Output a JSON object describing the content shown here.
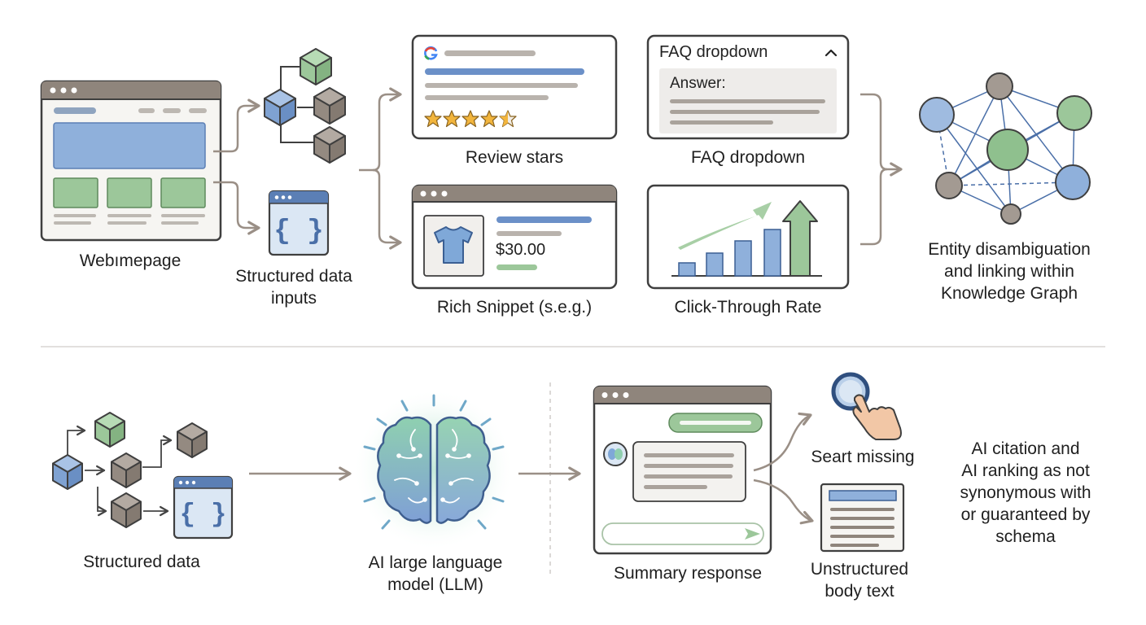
{
  "colors": {
    "ink": "#3f3f3f",
    "arrow": "#9a8f86",
    "blue": "#8fb0db",
    "blue_dark": "#5b7fb5",
    "green": "#9cc79a",
    "brown": "#8f857c",
    "star": "#f2b53d",
    "panel": "#f3f2ef"
  },
  "top": {
    "webpage_label": "Webımepage",
    "structured_inputs_label": "Structured data\ninputs",
    "review_stars_label": "Review stars",
    "faq_label": "FAQ dropdown",
    "faq_card_title": "FAQ dropdown",
    "faq_answer": "Answer:",
    "rich_snippet_label": "Rich Snippet (s.e.g.)",
    "price": "$30.00",
    "ctr_label": "Click-Through Rate",
    "knowledge_graph_label": "Entity disambiguation\nand linking within\nKnowledge Graph"
  },
  "bottom": {
    "structured_data_label": "Structured data",
    "llm_label": "AI large language\nmodel (LLM)",
    "summary_label": "Summary response",
    "search_missing_label": "Seart missing",
    "unstructured_label": "Unstructured\nbody text",
    "citation_note": "AI citation and\nAI ranking as not\nsynonymous with\nor guaranteed by\nschema"
  },
  "icons": {
    "google": "google-g-icon",
    "collapse": "chevron-up-icon",
    "shirt": "tshirt-icon",
    "brain": "brain-icon",
    "send": "send-icon",
    "pointer": "hand-pointer-icon",
    "code": "code-braces-icon"
  }
}
